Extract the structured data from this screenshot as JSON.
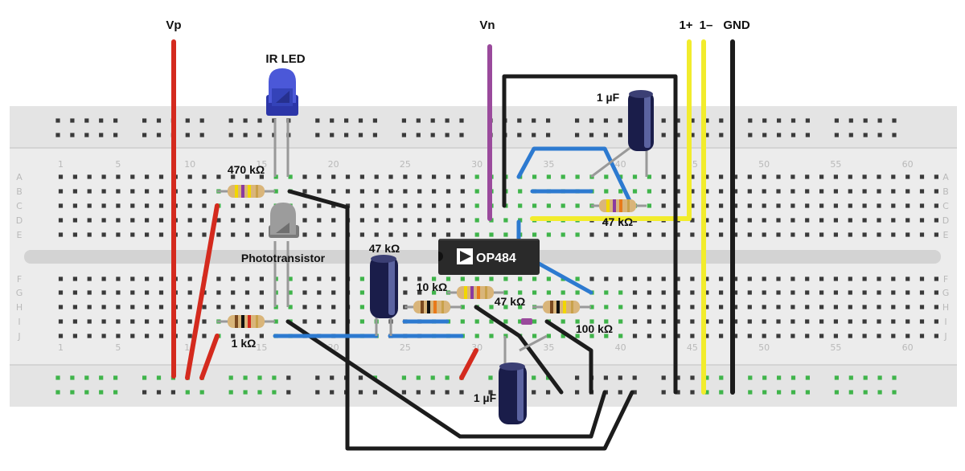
{
  "rail_labels": {
    "vp": "Vp",
    "vn": "Vn",
    "in_plus": "1+",
    "in_minus": "1–",
    "gnd": "GND"
  },
  "component_labels": {
    "ir_led": "IR LED",
    "phototransistor": "Phototransistor",
    "opamp": "OP484",
    "r_470k": "470 kΩ",
    "r_1k": "1 kΩ",
    "c_47k": "47 kΩ",
    "r_10k": "10 kΩ",
    "r_47k_mid": "47 kΩ",
    "r_100k": "100 kΩ",
    "r_47k_top": "47 kΩ",
    "c_1u_top": "1 µF",
    "c_1u_bot": "1 µF"
  },
  "row_letters": [
    "A",
    "B",
    "C",
    "D",
    "E",
    "F",
    "G",
    "H",
    "I",
    "J"
  ],
  "column_numbers": [
    "1",
    "5",
    "10",
    "15",
    "20",
    "25",
    "30",
    "35",
    "40",
    "45",
    "50",
    "55",
    "60"
  ],
  "colors": {
    "red_wire": "#d42a1e",
    "purple_wire": "#9a4a9c",
    "yellow_wire": "#f2ec2c",
    "black_wire": "#1c1c1c",
    "blue_wire": "#2d7ad0",
    "led_blue": "#3a47c8",
    "board": "#ececec",
    "hole_active": "#3fb44a"
  }
}
